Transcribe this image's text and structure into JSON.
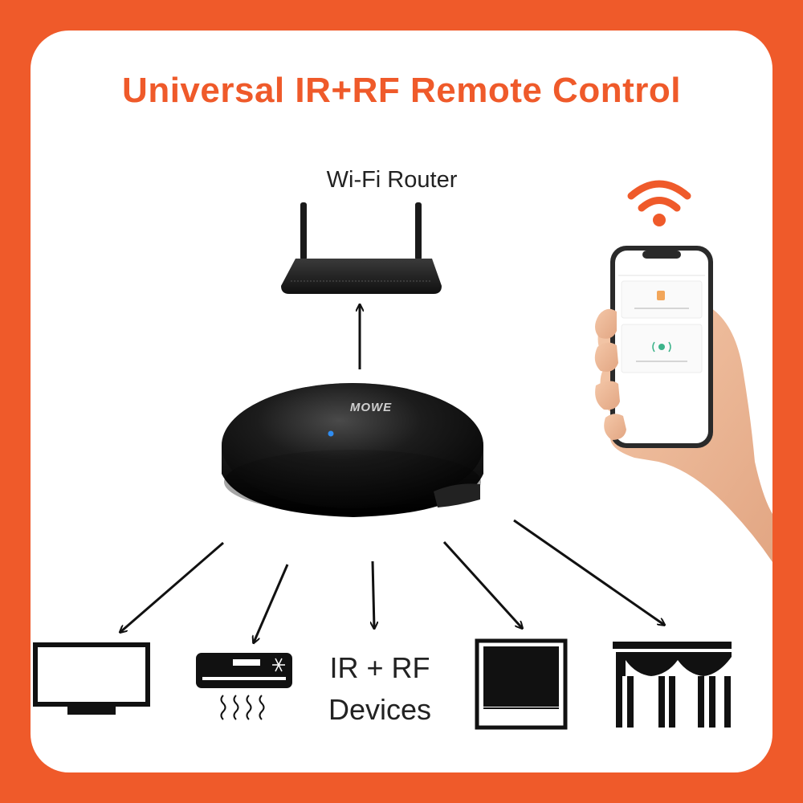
{
  "title": "Universal IR+RF Remote Control",
  "router_label": "Wi-Fi Router",
  "hub_brand": "MOWE",
  "devices_label_line1": "IR + RF",
  "devices_label_line2": "Devices",
  "colors": {
    "accent": "#ef5a2a",
    "card": "#ffffff",
    "ink": "#111111"
  },
  "icons": [
    "wifi-icon",
    "router",
    "hub",
    "smartphone",
    "tv-icon",
    "air-conditioner-icon",
    "window-icon",
    "curtain-icon"
  ]
}
